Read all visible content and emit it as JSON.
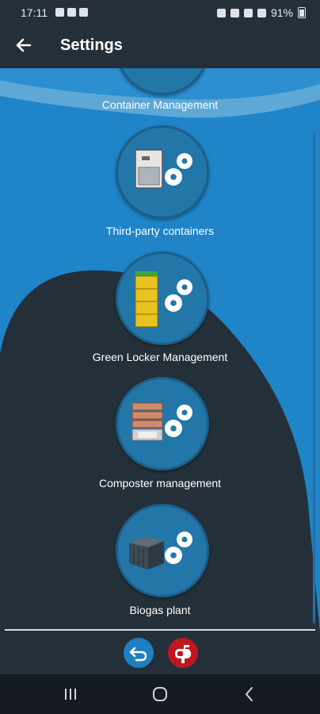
{
  "status": {
    "time": "17:11",
    "battery": "91%"
  },
  "appbar": {
    "title": "Settings"
  },
  "items": [
    {
      "label": "Container Management"
    },
    {
      "label": "Third-party containers"
    },
    {
      "label": "Green Locker Management"
    },
    {
      "label": "Composter management"
    },
    {
      "label": "Biogas plant"
    }
  ],
  "colors": {
    "background_blue": "#1f84c8",
    "dark": "#243039",
    "mail_red": "#c0171e"
  }
}
